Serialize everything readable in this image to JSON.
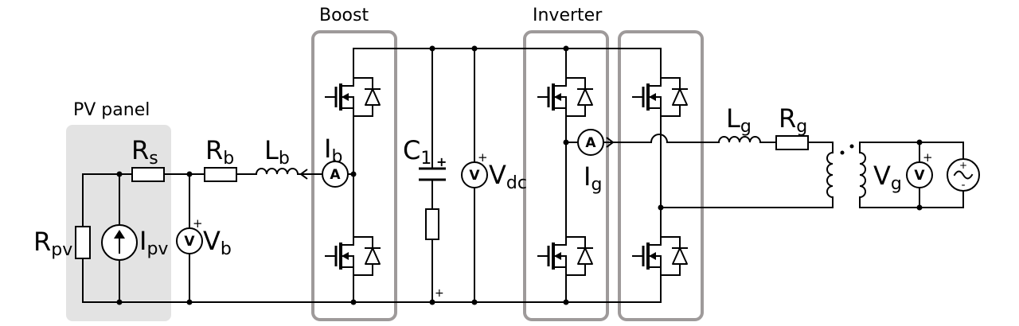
{
  "blocks": {
    "pv_panel": "PV panel",
    "boost": "Boost",
    "inverter": "Inverter"
  },
  "components": {
    "Rs": {
      "main": "R",
      "sub": "s"
    },
    "Rb": {
      "main": "R",
      "sub": "b"
    },
    "Lb": {
      "main": "L",
      "sub": "b"
    },
    "Ib": {
      "main": "I",
      "sub": "b"
    },
    "Rpv": {
      "main": "R",
      "sub": "pv"
    },
    "Ipv": {
      "main": "I",
      "sub": "pv"
    },
    "Vb": {
      "main": "V",
      "sub": "b"
    },
    "C1": {
      "main": "C",
      "sub": "1"
    },
    "Vdc": {
      "main": "V",
      "sub": "dc"
    },
    "Ig": {
      "main": "I",
      "sub": "g"
    },
    "Lg": {
      "main": "L",
      "sub": "g"
    },
    "Rg": {
      "main": "R",
      "sub": "g"
    },
    "Vg": {
      "main": "V",
      "sub": "g"
    }
  },
  "symbols": {
    "voltmeter": "V",
    "ammeter": "A",
    "plus": "+",
    "minus": "-"
  },
  "colors": {
    "wire": "#000000",
    "block_outline": "#9e9a9a",
    "pv_background": "#e3e3e3"
  }
}
